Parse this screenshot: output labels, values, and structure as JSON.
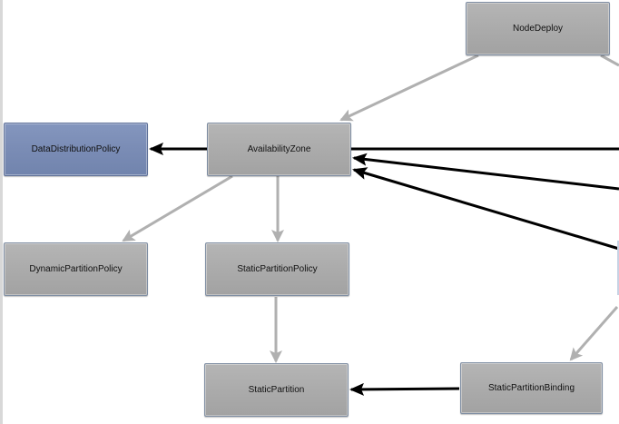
{
  "diagram": {
    "nodes": {
      "node_deploy": "NodeDeploy",
      "availability_zone": "AvailabilityZone",
      "data_distribution_policy": "DataDistributionPolicy",
      "dynamic_partition_policy": "DynamicPartitionPolicy",
      "static_partition_policy": "StaticPartitionPolicy",
      "static_partition": "StaticPartition",
      "static_partition_binding": "StaticPartitionBinding"
    },
    "colors": {
      "node_gray": "#ababab",
      "node_blue": "#7a8cb5",
      "edge_gray": "#b0b0b0",
      "edge_black": "#000000"
    }
  }
}
